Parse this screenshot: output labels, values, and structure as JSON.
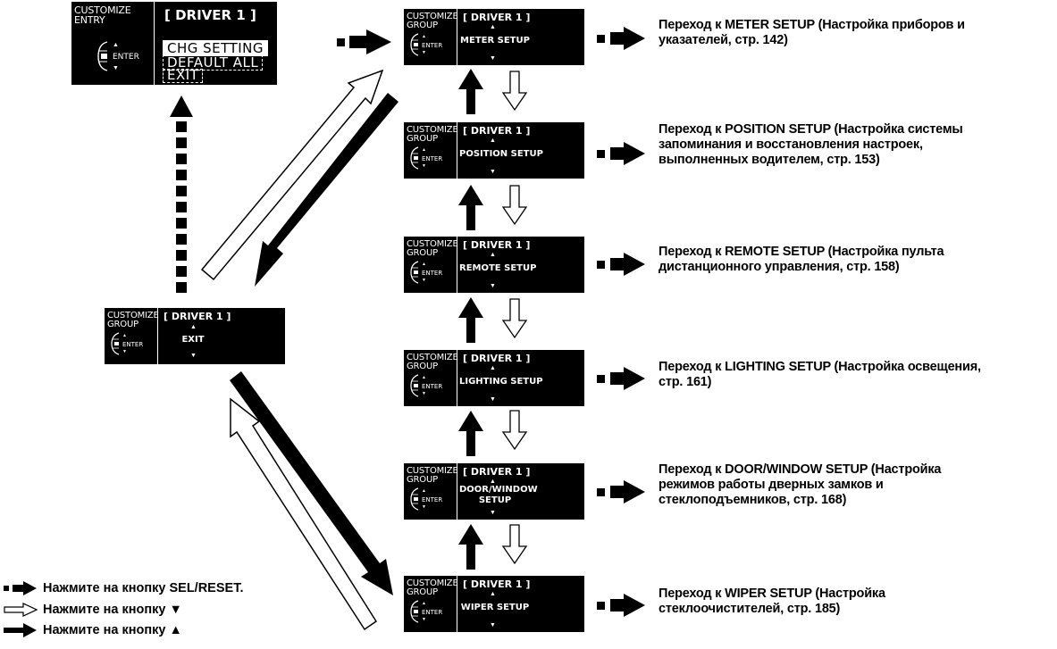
{
  "entry_screen": {
    "category": "CUSTOMIZE\nENTRY",
    "header": "[ DRIVER 1 ]",
    "enter_label": "ENTER",
    "options": [
      "CHG SETTING",
      "DEFAULT ALL",
      "EXIT"
    ]
  },
  "exit_screen": {
    "category": "CUSTOMIZE\nGROUP",
    "header": "[ DRIVER 1 ]",
    "enter_label": "ENTER",
    "item": "EXIT"
  },
  "group_screens": [
    {
      "category": "CUSTOMIZE\nGROUP",
      "header": "[ DRIVER 1 ]",
      "enter_label": "ENTER",
      "item": "METER SETUP",
      "description": "Переход к METER SETUP (Настройка приборов и указателей, стр. 142)"
    },
    {
      "category": "CUSTOMIZE\nGROUP",
      "header": "[ DRIVER 1 ]",
      "enter_label": "ENTER",
      "item": "POSITION SETUP",
      "description": "Переход к POSITION SETUP (Настройка системы запоминания и восстановления настроек, выполненных водителем, стр. 153)"
    },
    {
      "category": "CUSTOMIZE\nGROUP",
      "header": "[ DRIVER 1 ]",
      "enter_label": "ENTER",
      "item": "REMOTE SETUP",
      "description": "Переход к REMOTE SETUP (Настройка пульта дистанционного управления, стр. 158)"
    },
    {
      "category": "CUSTOMIZE\nGROUP",
      "header": "[ DRIVER 1 ]",
      "enter_label": "ENTER",
      "item": "LIGHTING SETUP",
      "description": "Переход к LIGHTING SETUP (Настройка освещения, стр. 161)"
    },
    {
      "category": "CUSTOMIZE\nGROUP",
      "header": "[ DRIVER 1 ]",
      "enter_label": "ENTER",
      "item": "DOOR/WINDOW\nSETUP",
      "description": "Переход к DOOR/WINDOW SETUP (Настройка режимов работы дверных замков и стеклоподъемников, стр. 168)"
    },
    {
      "category": "CUSTOMIZE\nGROUP",
      "header": "[ DRIVER 1 ]",
      "enter_label": "ENTER",
      "item": "WIPER SETUP",
      "description": "Переход к WIPER SETUP (Настройка стеклоочистителей, стр. 185)"
    }
  ],
  "descriptions_lines": [
    [
      "Переход к METER SETUP (Настройка приборов и",
      "указателей, стр. 142)"
    ],
    [
      "Переход к POSITION SETUP (Настройка системы",
      "запоминания и восстановления настроек,",
      "выполненных водителем, стр. 153)"
    ],
    [
      "Переход к REMOTE SETUP (Настройка пульта",
      "дистанционного управления, стр. 158)"
    ],
    [
      "Переход к LIGHTING SETUP (Настройка освещения,",
      "стр. 161)"
    ],
    [
      "Переход к DOOR/WINDOW SETUP (Настройка",
      "режимов работы дверных замков и",
      "стеклоподъемников, стр. 168)"
    ],
    [
      "Переход к WIPER SETUP (Настройка",
      "стеклоочистителей, стр. 185)"
    ]
  ],
  "legend": [
    {
      "icon": "dashed-arrow-icon",
      "label": "Нажмите на кнопку SEL/RESET."
    },
    {
      "icon": "outline-arrow-icon",
      "label": "Нажмите на кнопку ▼"
    },
    {
      "icon": "solid-arrow-icon",
      "label": "Нажмите на кнопку ▲"
    }
  ]
}
